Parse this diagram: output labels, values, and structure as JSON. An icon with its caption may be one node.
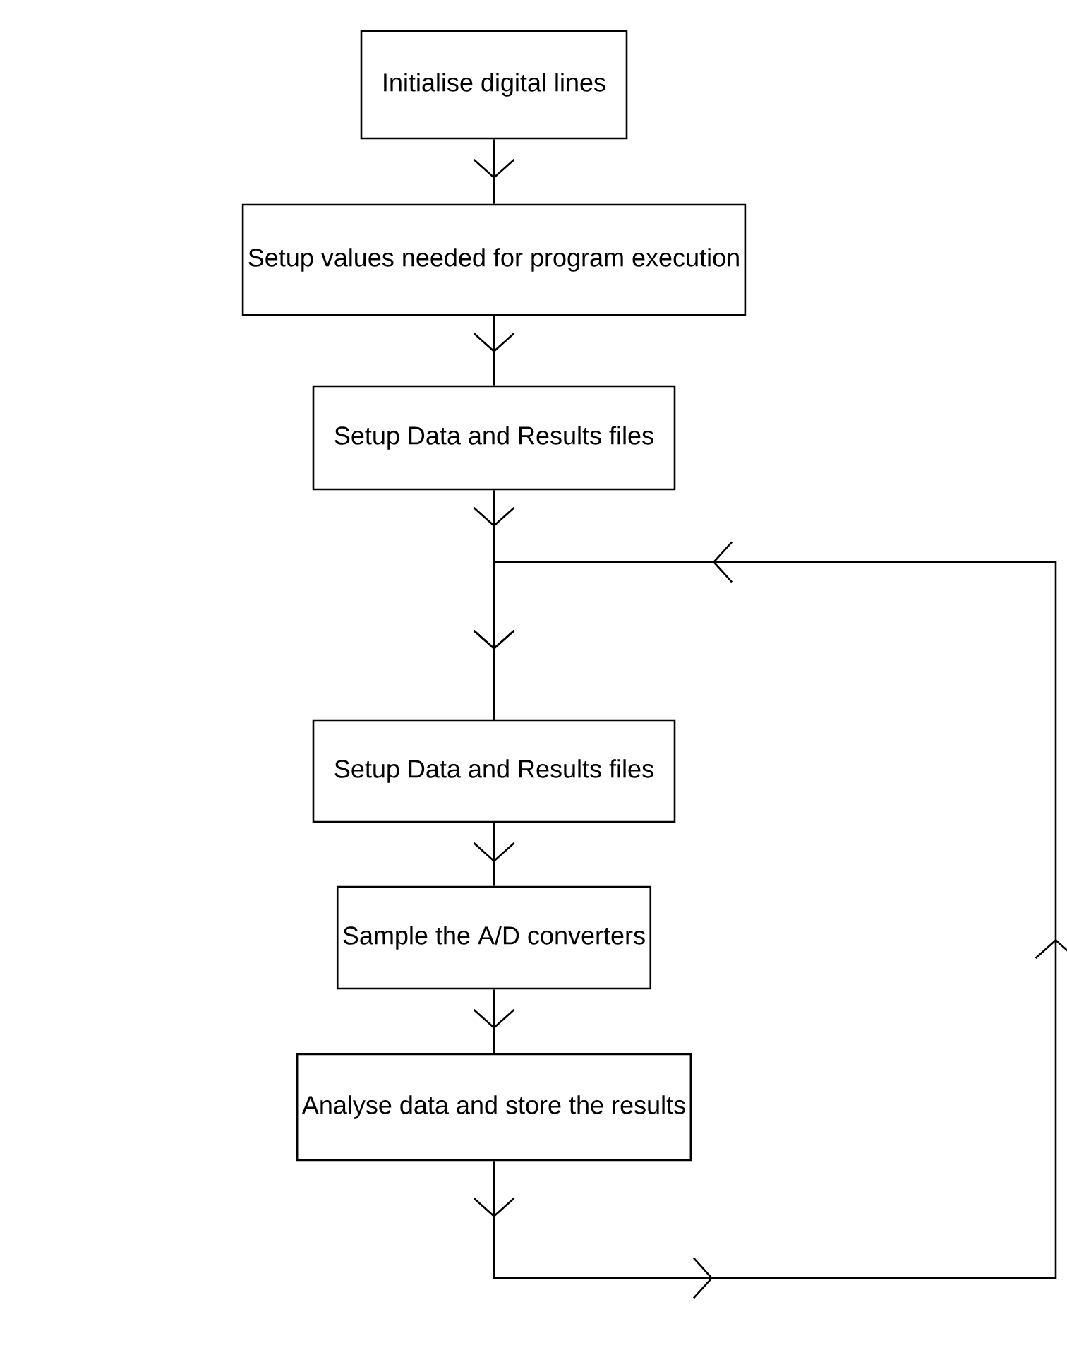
{
  "diagram": {
    "nodes": [
      {
        "text": [
          "Initialise digital lines"
        ]
      },
      {
        "text": [
          "Setup values needed for program execution"
        ]
      },
      {
        "text": [
          "Setup Data and Results files"
        ]
      },
      {
        "text": [
          "Setup Data and Results files"
        ]
      },
      {
        "text": [
          "Sample the A/D converters"
        ]
      },
      {
        "text": [
          "Analyse data and store the results"
        ]
      }
    ],
    "edges": [
      {
        "from": 0,
        "to": 1,
        "arrow": "to"
      },
      {
        "from": 1,
        "to": 2,
        "arrow": "to"
      },
      {
        "from": 2,
        "to": 3,
        "arrow": "to"
      },
      {
        "from": 3,
        "to": 4,
        "arrow": "to"
      },
      {
        "from": 4,
        "to": 5,
        "arrow": "to"
      },
      {
        "from": 5,
        "to": 3,
        "arrow": "to"
      }
    ]
  }
}
